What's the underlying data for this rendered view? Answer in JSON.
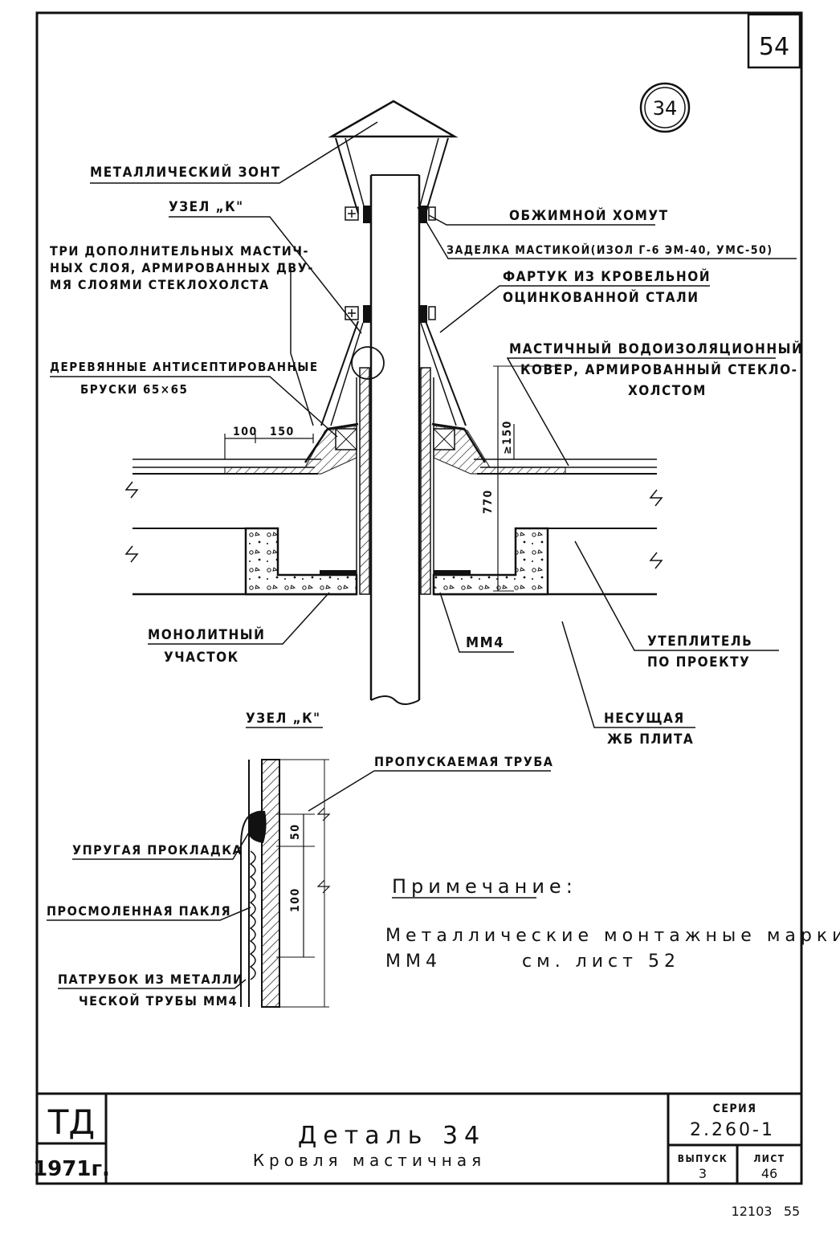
{
  "sheet": {
    "page_number": "54",
    "detail_circle": "34",
    "footer_code_1": "12103",
    "footer_code_2": "55"
  },
  "labels": {
    "umbrella": "МЕТАЛЛИЧЕСКИЙ ЗОНТ",
    "node_k_top": "УЗЕЛ „К\"",
    "extra_layers_1": "ТРИ ДОПОЛНИТЕЛЬНЫХ МАСТИЧ-",
    "extra_layers_2": "НЫХ СЛОЯ, АРМИРОВАННЫХ ДВУ-",
    "extra_layers_3": "МЯ СЛОЯМИ СТЕКЛОХОЛСТА",
    "wood_bars_1": "ДЕРЕВЯННЫЕ АНТИСЕПТИРОВАННЫЕ",
    "wood_bars_2": "БРУСКИ 65×65",
    "clamp": "ОБЖИМНОЙ ХОМУТ",
    "mastic_seal": "ЗАДЕЛКА МАСТИКОЙ(ИЗОЛ Г-6 ЭМ-40, УМС-50)",
    "apron_1": "ФАРТУК ИЗ КРОВЕЛЬНОЙ",
    "apron_2": "ОЦИНКОВАННОЙ СТАЛИ",
    "carpet_1": "МАСТИЧНЫЙ ВОДОИЗОЛЯЦИОННЫЙ",
    "carpet_2": "КОВЕР, АРМИРОВАННЫЙ СТЕКЛО-",
    "carpet_3": "ХОЛСТОМ",
    "monolith_1": "МОНОЛИТНЫЙ",
    "monolith_2": "УЧАСТОК",
    "mm4": "ММ4",
    "insulation_1": "УТЕПЛИТЕЛЬ",
    "insulation_2": "ПО ПРОЕКТУ",
    "slab_1": "НЕСУЩАЯ",
    "slab_2": "ЖБ ПЛИТА",
    "node_k_bottom": "УЗЕЛ „К\"",
    "pipe": "ПРОПУСКАЕМАЯ ТРУБА",
    "gasket": "УПРУГАЯ ПРОКЛАДКА",
    "tow": "ПРОСМОЛЕННАЯ ПАКЛЯ",
    "sleeve_1": "ПАТРУБОК ИЗ МЕТАЛЛИ",
    "sleeve_2": "ЧЕСКОЙ ТРУБЫ ММ4"
  },
  "dimensions": {
    "d100": "100",
    "d150": "150",
    "d770": "770",
    "d150v": "≥150",
    "d50": "50",
    "d100v": "100"
  },
  "note": {
    "title": "Примечание:",
    "line1": "Металлические монтажные марки",
    "line2a": "ММ4",
    "line2b": "см. лист 52"
  },
  "title_block": {
    "org": "ТД",
    "year": "1971г.",
    "title": "Деталь 34",
    "subtitle": "Кровля мастичная",
    "series_label": "СЕРИЯ",
    "series_value": "2.260-1",
    "issue_label": "ВЫПУСК",
    "issue_value": "3",
    "sheet_label": "ЛИСТ",
    "sheet_value": "46"
  }
}
